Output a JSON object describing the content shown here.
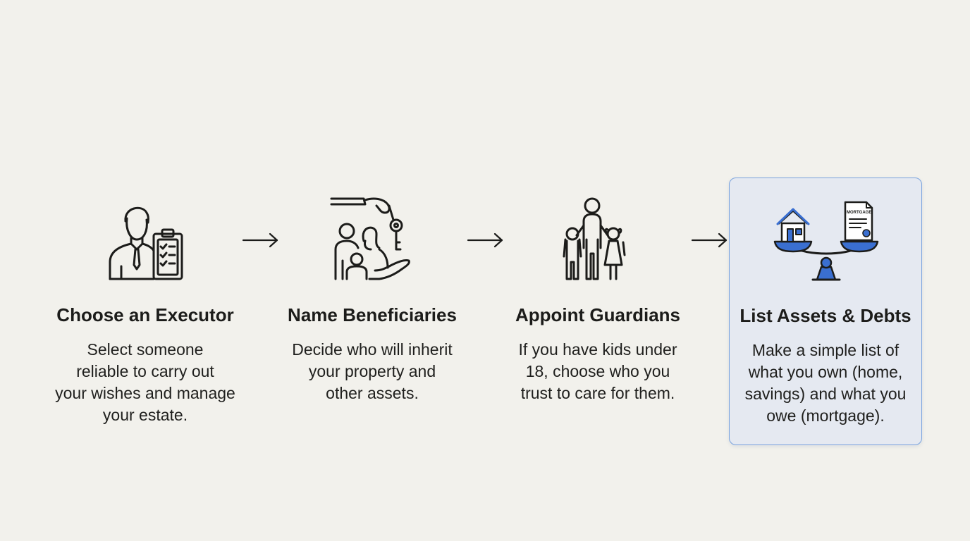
{
  "steps": [
    {
      "title": "Choose an Executor",
      "desc_lines": [
        "Select someone",
        "reliable to carry out",
        "your wishes and manage",
        "your estate."
      ],
      "icon": "executor-clipboard-icon"
    },
    {
      "title": "Name Beneficiaries",
      "desc_lines": [
        "Decide who will inherit",
        "your property and",
        "other assets."
      ],
      "icon": "family-key-icon"
    },
    {
      "title": "Appoint Guardians",
      "desc_lines": [
        "If you have kids under",
        "18, choose who you",
        "trust to care for them."
      ],
      "icon": "guardian-children-icon"
    },
    {
      "title": "List Assets & Debts",
      "desc_lines": [
        "Make a simple list of",
        "what you own (home,",
        "savings) and what you",
        "owe (mortgage)."
      ],
      "icon": "assets-debts-scale-icon",
      "document_label": "MORTGAGE"
    }
  ],
  "colors": {
    "background": "#f2f1ec",
    "text": "#1c1c1a",
    "accent": "#3a6fd1",
    "highlight_bg": "#e5e9f1",
    "highlight_border": "#7aa3de"
  }
}
